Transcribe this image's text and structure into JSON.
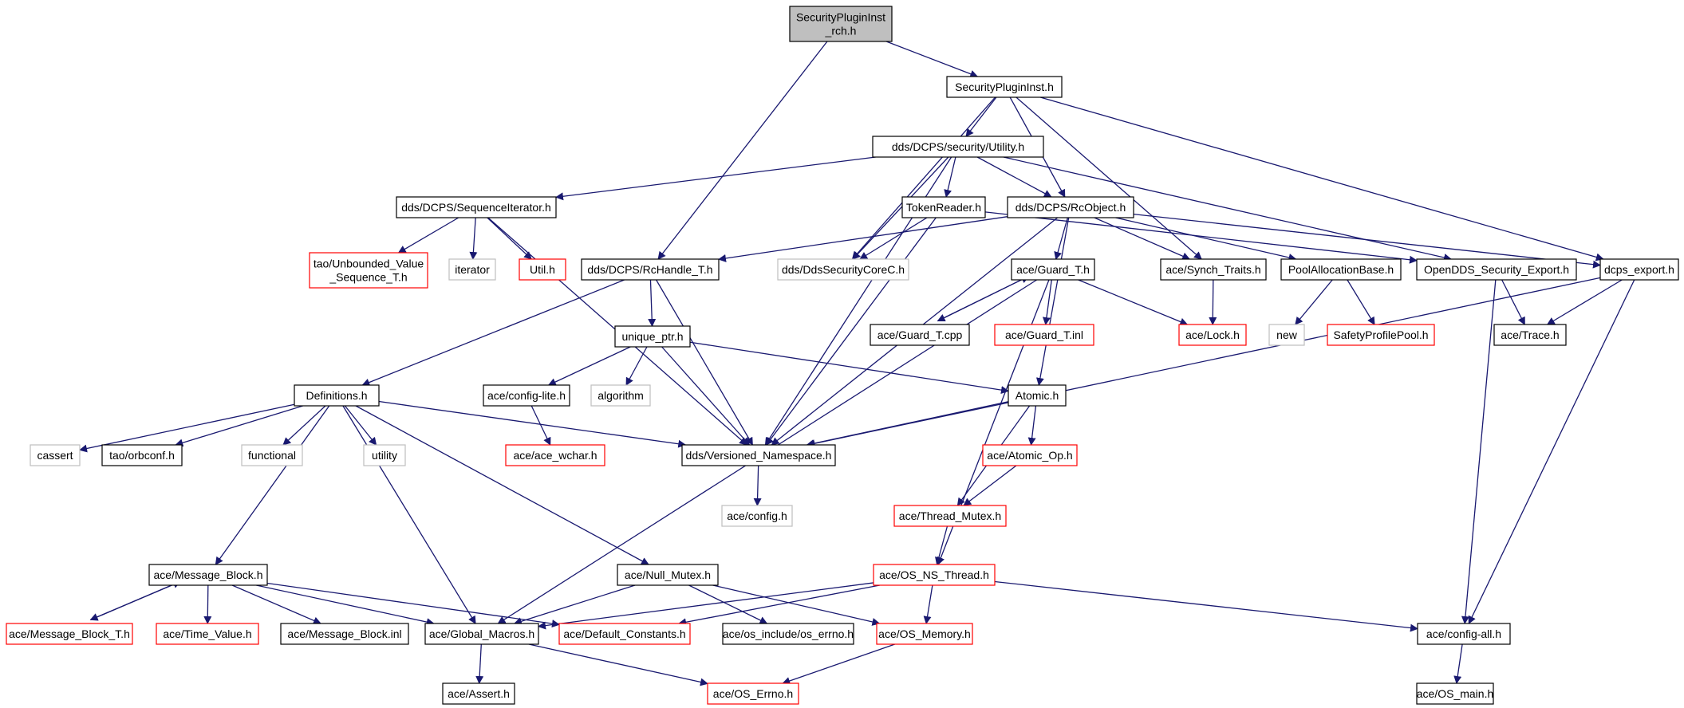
{
  "graph": {
    "kind": "include-dependency-graph",
    "colors": {
      "edge": "#191970",
      "normal_border": "#000000",
      "missing_border": "#bfbfbf",
      "truncated_border": "#ff0000",
      "root_fill": "#bfbfbf",
      "node_fill": "#ffffff",
      "text": "#000000"
    },
    "nodes": [
      {
        "id": "root",
        "lines": [
          "SecurityPluginInst",
          "_rch.h"
        ],
        "style": "root"
      },
      {
        "id": "spi",
        "lines": [
          "SecurityPluginInst.h"
        ],
        "style": "normal"
      },
      {
        "id": "utility_h",
        "lines": [
          "dds/DCPS/security/Utility.h"
        ],
        "style": "normal"
      },
      {
        "id": "seqiter",
        "lines": [
          "dds/DCPS/SequenceIterator.h"
        ],
        "style": "normal"
      },
      {
        "id": "tokenreader",
        "lines": [
          "TokenReader.h"
        ],
        "style": "normal"
      },
      {
        "id": "rcobject",
        "lines": [
          "dds/DCPS/RcObject.h"
        ],
        "style": "normal"
      },
      {
        "id": "unbounded",
        "lines": [
          "tao/Unbounded_Value",
          "_Sequence_T.h"
        ],
        "style": "truncated"
      },
      {
        "id": "iterator",
        "lines": [
          "iterator"
        ],
        "style": "missing"
      },
      {
        "id": "util",
        "lines": [
          "Util.h"
        ],
        "style": "truncated"
      },
      {
        "id": "rchandle",
        "lines": [
          "dds/DCPS/RcHandle_T.h"
        ],
        "style": "normal"
      },
      {
        "id": "ddsseccore",
        "lines": [
          "dds/DdsSecurityCoreC.h"
        ],
        "style": "missing"
      },
      {
        "id": "guard",
        "lines": [
          "ace/Guard_T.h"
        ],
        "style": "normal"
      },
      {
        "id": "synch",
        "lines": [
          "ace/Synch_Traits.h"
        ],
        "style": "normal"
      },
      {
        "id": "poolalloc",
        "lines": [
          "PoolAllocationBase.h"
        ],
        "style": "normal"
      },
      {
        "id": "opendds_sec",
        "lines": [
          "OpenDDS_Security_Export.h"
        ],
        "style": "normal"
      },
      {
        "id": "dcps_export",
        "lines": [
          "dcps_export.h"
        ],
        "style": "normal"
      },
      {
        "id": "guard_cpp",
        "lines": [
          "ace/Guard_T.cpp"
        ],
        "style": "normal"
      },
      {
        "id": "guard_inl",
        "lines": [
          "ace/Guard_T.inl"
        ],
        "style": "truncated"
      },
      {
        "id": "lock",
        "lines": [
          "ace/Lock.h"
        ],
        "style": "truncated"
      },
      {
        "id": "new",
        "lines": [
          "new"
        ],
        "style": "missing"
      },
      {
        "id": "safety",
        "lines": [
          "SafetyProfilePool.h"
        ],
        "style": "truncated"
      },
      {
        "id": "trace",
        "lines": [
          "ace/Trace.h"
        ],
        "style": "normal"
      },
      {
        "id": "unique_ptr",
        "lines": [
          "unique_ptr.h"
        ],
        "style": "normal"
      },
      {
        "id": "definitions",
        "lines": [
          "Definitions.h"
        ],
        "style": "normal"
      },
      {
        "id": "configlite",
        "lines": [
          "ace/config-lite.h"
        ],
        "style": "normal"
      },
      {
        "id": "algorithm",
        "lines": [
          "algorithm"
        ],
        "style": "missing"
      },
      {
        "id": "atomic",
        "lines": [
          "Atomic.h"
        ],
        "style": "normal"
      },
      {
        "id": "cassert",
        "lines": [
          "cassert"
        ],
        "style": "missing"
      },
      {
        "id": "orbconf",
        "lines": [
          "tao/orbconf.h"
        ],
        "style": "normal"
      },
      {
        "id": "functional",
        "lines": [
          "functional"
        ],
        "style": "missing"
      },
      {
        "id": "utility_std",
        "lines": [
          "utility"
        ],
        "style": "missing"
      },
      {
        "id": "wchar",
        "lines": [
          "ace/ace_wchar.h"
        ],
        "style": "truncated"
      },
      {
        "id": "versioned",
        "lines": [
          "dds/Versioned_Namespace.h"
        ],
        "style": "normal"
      },
      {
        "id": "atomic_op",
        "lines": [
          "ace/Atomic_Op.h"
        ],
        "style": "truncated"
      },
      {
        "id": "aceconfig",
        "lines": [
          "ace/config.h"
        ],
        "style": "missing"
      },
      {
        "id": "thread_mutex",
        "lines": [
          "ace/Thread_Mutex.h"
        ],
        "style": "truncated"
      },
      {
        "id": "msgblock",
        "lines": [
          "ace/Message_Block.h"
        ],
        "style": "normal"
      },
      {
        "id": "null_mutex",
        "lines": [
          "ace/Null_Mutex.h"
        ],
        "style": "normal"
      },
      {
        "id": "os_ns_thread",
        "lines": [
          "ace/OS_NS_Thread.h"
        ],
        "style": "truncated"
      },
      {
        "id": "msgblock_t",
        "lines": [
          "ace/Message_Block_T.h"
        ],
        "style": "truncated"
      },
      {
        "id": "time_value",
        "lines": [
          "ace/Time_Value.h"
        ],
        "style": "truncated"
      },
      {
        "id": "msgblock_inl",
        "lines": [
          "ace/Message_Block.inl"
        ],
        "style": "normal"
      },
      {
        "id": "global_macros",
        "lines": [
          "ace/Global_Macros.h"
        ],
        "style": "normal"
      },
      {
        "id": "default_consts",
        "lines": [
          "ace/Default_Constants.h"
        ],
        "style": "truncated"
      },
      {
        "id": "os_errno_inc",
        "lines": [
          "ace/os_include/os_errno.h"
        ],
        "style": "normal"
      },
      {
        "id": "os_memory",
        "lines": [
          "ace/OS_Memory.h"
        ],
        "style": "truncated"
      },
      {
        "id": "config_all",
        "lines": [
          "ace/config-all.h"
        ],
        "style": "normal"
      },
      {
        "id": "assert",
        "lines": [
          "ace/Assert.h"
        ],
        "style": "normal"
      },
      {
        "id": "os_errno",
        "lines": [
          "ace/OS_Errno.h"
        ],
        "style": "truncated"
      },
      {
        "id": "os_main",
        "lines": [
          "ace/OS_main.h"
        ],
        "style": "normal"
      }
    ],
    "edges": [
      [
        "root",
        "spi"
      ],
      [
        "root",
        "rchandle"
      ],
      [
        "spi",
        "utility_h"
      ],
      [
        "spi",
        "ddsseccore"
      ],
      [
        "spi",
        "rcobject"
      ],
      [
        "spi",
        "synch"
      ],
      [
        "spi",
        "dcps_export"
      ],
      [
        "utility_h",
        "seqiter"
      ],
      [
        "utility_h",
        "tokenreader"
      ],
      [
        "utility_h",
        "rcobject"
      ],
      [
        "utility_h",
        "ddsseccore"
      ],
      [
        "utility_h",
        "versioned"
      ],
      [
        "utility_h",
        "opendds_sec"
      ],
      [
        "seqiter",
        "unbounded"
      ],
      [
        "seqiter",
        "iterator"
      ],
      [
        "seqiter",
        "util"
      ],
      [
        "seqiter",
        "versioned"
      ],
      [
        "tokenreader",
        "ddsseccore"
      ],
      [
        "tokenreader",
        "opendds_sec"
      ],
      [
        "tokenreader",
        "versioned"
      ],
      [
        "rcobject",
        "rchandle"
      ],
      [
        "rcobject",
        "guard"
      ],
      [
        "rcobject",
        "synch"
      ],
      [
        "rcobject",
        "poolalloc"
      ],
      [
        "rcobject",
        "dcps_export"
      ],
      [
        "rcobject",
        "atomic"
      ],
      [
        "rcobject",
        "versioned"
      ],
      [
        "rchandle",
        "unique_ptr"
      ],
      [
        "rchandle",
        "definitions"
      ],
      [
        "rchandle",
        "versioned"
      ],
      [
        "guard",
        "guard_cpp"
      ],
      [
        "guard",
        "guard_inl"
      ],
      [
        "guard",
        "lock"
      ],
      [
        "guard",
        "os_ns_thread"
      ],
      [
        "guard",
        "global_macros"
      ],
      [
        "guard_cpp",
        "guard"
      ],
      [
        "synch",
        "lock"
      ],
      [
        "poolalloc",
        "new"
      ],
      [
        "poolalloc",
        "safety"
      ],
      [
        "opendds_sec",
        "trace"
      ],
      [
        "opendds_sec",
        "config_all"
      ],
      [
        "dcps_export",
        "trace"
      ],
      [
        "dcps_export",
        "config_all"
      ],
      [
        "dcps_export",
        "versioned"
      ],
      [
        "unique_ptr",
        "configlite"
      ],
      [
        "unique_ptr",
        "algorithm"
      ],
      [
        "unique_ptr",
        "atomic"
      ],
      [
        "unique_ptr",
        "versioned"
      ],
      [
        "configlite",
        "wchar"
      ],
      [
        "definitions",
        "cassert"
      ],
      [
        "definitions",
        "orbconf"
      ],
      [
        "definitions",
        "functional"
      ],
      [
        "definitions",
        "utility_std"
      ],
      [
        "definitions",
        "versioned"
      ],
      [
        "definitions",
        "msgblock"
      ],
      [
        "definitions",
        "global_macros"
      ],
      [
        "definitions",
        "null_mutex"
      ],
      [
        "atomic",
        "versioned"
      ],
      [
        "atomic",
        "atomic_op"
      ],
      [
        "atomic",
        "thread_mutex"
      ],
      [
        "versioned",
        "aceconfig"
      ],
      [
        "atomic_op",
        "thread_mutex"
      ],
      [
        "thread_mutex",
        "os_ns_thread"
      ],
      [
        "msgblock",
        "msgblock_t"
      ],
      [
        "msgblock",
        "time_value"
      ],
      [
        "msgblock",
        "msgblock_inl"
      ],
      [
        "msgblock",
        "global_macros"
      ],
      [
        "msgblock",
        "default_consts"
      ],
      [
        "msgblock_t",
        "msgblock"
      ],
      [
        "null_mutex",
        "global_macros"
      ],
      [
        "null_mutex",
        "os_errno_inc"
      ],
      [
        "null_mutex",
        "os_memory"
      ],
      [
        "os_ns_thread",
        "global_macros"
      ],
      [
        "os_ns_thread",
        "default_consts"
      ],
      [
        "os_ns_thread",
        "os_memory"
      ],
      [
        "os_ns_thread",
        "config_all"
      ],
      [
        "global_macros",
        "assert"
      ],
      [
        "global_macros",
        "os_errno"
      ],
      [
        "os_memory",
        "os_errno"
      ],
      [
        "config_all",
        "os_main"
      ]
    ]
  }
}
